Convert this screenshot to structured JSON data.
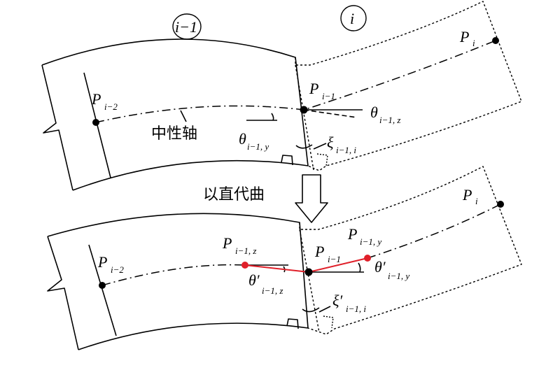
{
  "colors": {
    "stroke": "#000000",
    "highlight": "#e0202a"
  },
  "top": {
    "segment_prev": "i−1",
    "segment_curr": "i",
    "p_i_main": "P",
    "p_i_sub": "i",
    "p_im1_main": "P",
    "p_im1_sub": "i−1",
    "p_im2_main": "P",
    "p_im2_sub": "i−2",
    "neutral_axis": "中性轴",
    "theta_y_main": "θ",
    "theta_y_sub": "i−1, y",
    "theta_z_main": "θ",
    "theta_z_sub": "i−1, z",
    "xi_main": "ξ",
    "xi_sub": "i−1, i"
  },
  "arrow_label": "以直代曲",
  "bottom": {
    "p_i_main": "P",
    "p_i_sub": "i",
    "p_im1_main": "P",
    "p_im1_sub": "i−1",
    "p_im2_main": "P",
    "p_im2_sub": "i−2",
    "p_im1z_main": "P",
    "p_im1z_sub": "i−1, z",
    "p_im1y_main": "P",
    "p_im1y_sub": "i−1, y",
    "theta_z_main": "θ′",
    "theta_z_sub": "i−1, z",
    "theta_y_main": "θ′",
    "theta_y_sub": "i−1, y",
    "xi_main": "ξ′",
    "xi_sub": "i−1, i"
  }
}
